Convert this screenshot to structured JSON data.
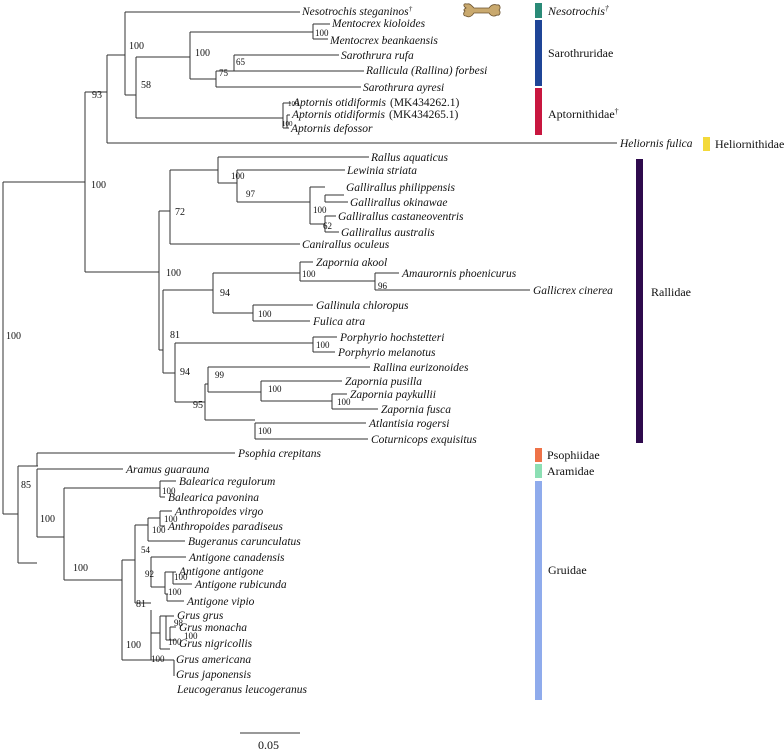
{
  "tips": {
    "nesotrochis": "Nesotrochis steganinos",
    "m_kioloides": "Mentocrex kioloides",
    "m_beankaensis": "Mentocrex beankaensis",
    "s_rufa": "Sarothrura rufa",
    "rallicula": "Rallicula (Rallina) forbesi",
    "s_ayresi": "Sarothrura ayresi",
    "apt1_name": "Aptornis otidiformis",
    "apt1_acc": "(MK434262.1)",
    "apt2_name": "Aptornis otidiformis",
    "apt2_acc": "(MK434265.1)",
    "apt_defossor": "Aptornis defossor",
    "heliornis": "Heliornis fulica",
    "rallus": "Rallus aquaticus",
    "lewinia": "Lewinia striata",
    "g_philippensis": "Gallirallus philippensis",
    "g_okinawae": "Gallirallus okinawae",
    "g_castaneoventris": "Gallirallus castaneoventris",
    "g_australis": "Gallirallus australis",
    "canirallus": "Canirallus oculeus",
    "z_akool": "Zapornia akool",
    "amaurornis": "Amaurornis phoenicurus",
    "gallicrex": "Gallicrex cinerea",
    "gallinula": "Gallinula chloropus",
    "fulica": "Fulica atra",
    "p_hochstetteri": "Porphyrio hochstetteri",
    "p_melanotus": "Porphyrio melanotus",
    "rallina": "Rallina eurizonoides",
    "z_pusilla": "Zapornia pusilla",
    "z_paykullii": "Zapornia paykullii",
    "z_fusca": "Zapornia fusca",
    "atlantisia": "Atlantisia rogersi",
    "coturnicops": "Coturnicops exquisitus",
    "psophia": "Psophia crepitans",
    "aramus": "Aramus guarauna",
    "b_regulorum": "Balearica regulorum",
    "b_pavonina": "Balearica pavonina",
    "a_virgo": "Anthropoides virgo",
    "a_paradiseus": "Anthropoides paradiseus",
    "bugeranus": "Bugeranus carunculatus",
    "a_canadensis": "Antigone canadensis",
    "a_antigone": "Antigone antigone",
    "a_rubicunda": "Antigone rubicunda",
    "a_vipio": "Antigone vipio",
    "g_grus": "Grus grus",
    "g_monacha": "Grus monacha",
    "g_nigricollis": "Grus nigricollis",
    "g_americana": "Grus americana",
    "g_japonensis": "Grus japonensis",
    "leucogeranus": "Leucogeranus leucogeranus"
  },
  "extinct_mark": "†",
  "supports": {
    "root": "100",
    "s93": "93",
    "s100a": "100",
    "s58": "58",
    "s100b": "100",
    "s100c": "100",
    "s65": "65",
    "s75": "75",
    "s100apt1": "100",
    "s100apt2": "100",
    "s100rall": "100",
    "s72": "72",
    "s100d": "100",
    "s97": "97",
    "s100e": "100",
    "s62": "62",
    "s100f": "100",
    "s94a": "94",
    "s100g": "100",
    "s96": "96",
    "s100h": "100",
    "s81a": "81",
    "s100i": "100",
    "s94b": "94",
    "s99": "99",
    "s95": "95",
    "s100j": "100",
    "s100k": "100",
    "s100l": "100",
    "s85": "85",
    "s100m": "100",
    "s100n": "100",
    "s100o": "100",
    "s100p": "100",
    "s100q": "100",
    "s54": "54",
    "s92": "92",
    "s100r": "100",
    "s100s": "100",
    "s81b": "81",
    "s100t": "100",
    "s100u": "100",
    "s98": "98",
    "s100v": "100",
    "s100w": "100"
  },
  "groups": {
    "nesotrochis": {
      "label": "Nesotrochis",
      "color": "#2a8a77"
    },
    "sarothruridae": {
      "label": "Sarothruridae",
      "color": "#1f4597"
    },
    "aptornithidae": {
      "label": "Aptornithidae",
      "color": "#c8163f"
    },
    "heliornithidae": {
      "label": "Heliornithidae",
      "color": "#f3d93a"
    },
    "rallidae": {
      "label": "Rallidae",
      "color": "#2e0a4d"
    },
    "psophiidae": {
      "label": "Psophiidae",
      "color": "#ee7248"
    },
    "aramidae": {
      "label": "Aramidae",
      "color": "#8cdfb4"
    },
    "gruidae": {
      "label": "Gruidae",
      "color": "#8fabec"
    }
  },
  "scale_label": "0.05"
}
